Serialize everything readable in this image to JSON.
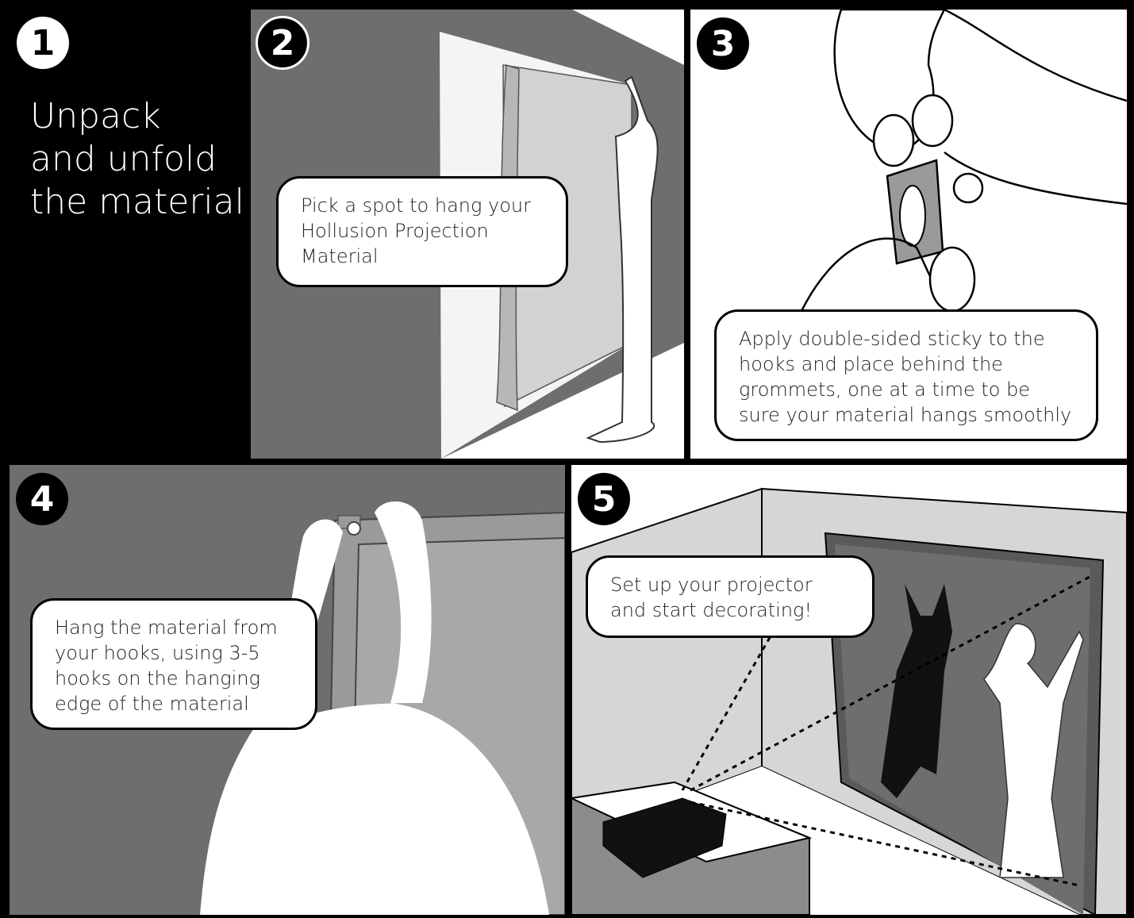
{
  "steps": [
    {
      "number": "1",
      "text": "Unpack\nand unfold\nthe material"
    },
    {
      "number": "2",
      "text": "Pick a spot to hang your Hollusion Projection Material"
    },
    {
      "number": "3",
      "text": "Apply double-sided sticky to the hooks and place behind the grommets, one at a time to be sure your material hangs smoothly"
    },
    {
      "number": "4",
      "text": "Hang the material from your hooks, using 3-5 hooks on the hanging edge of the material"
    },
    {
      "number": "5",
      "text": "Set up your projector and start decorating!"
    }
  ],
  "colors": {
    "border": "#000000",
    "dark_wall": "#6e6e6e",
    "mid_gray": "#9a9a9a",
    "light_gray": "#d6d6d6",
    "white": "#ffffff"
  }
}
